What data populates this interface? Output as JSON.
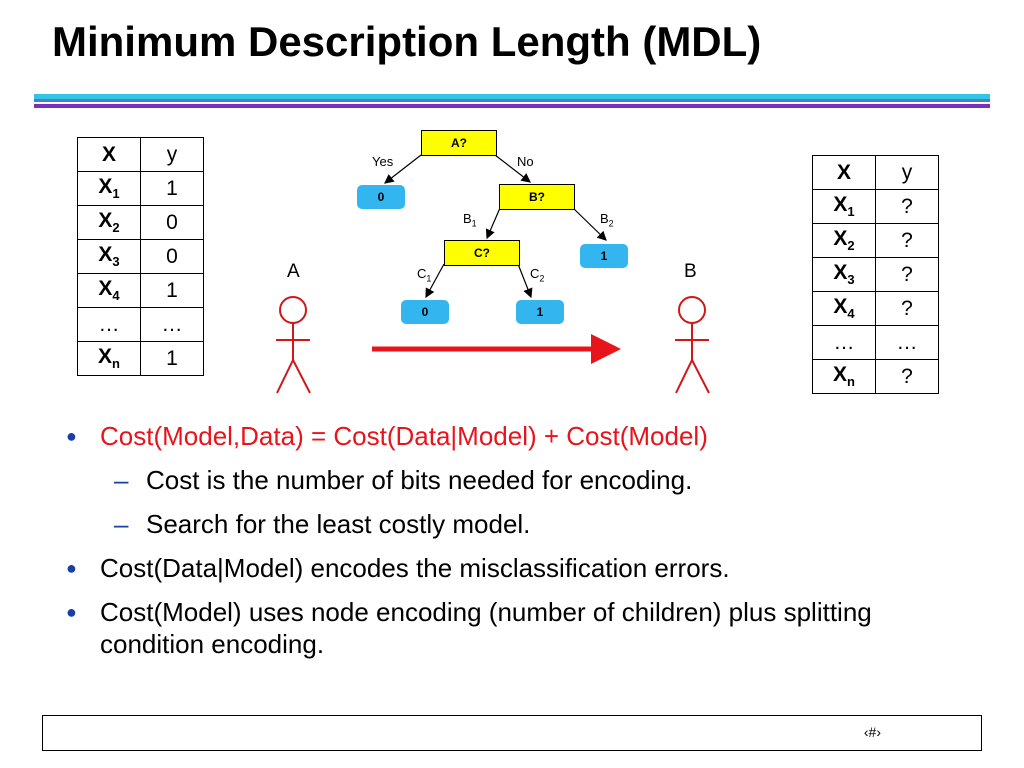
{
  "slide": {
    "title": "Minimum Description Length (MDL)",
    "page_number": "‹#›"
  },
  "colors": {
    "rule_blue": "#33c4e6",
    "rule_purple": "#7b2fbe",
    "node_yellow": "#ffff00",
    "leaf_blue": "#33b5ef",
    "arrow_red": "#e8141c",
    "bullet_red": "#e8141c"
  },
  "left_table": {
    "header": {
      "x": "X",
      "y": "y"
    },
    "rows": [
      {
        "x": "X",
        "sub": "1",
        "y": "1"
      },
      {
        "x": "X",
        "sub": "2",
        "y": "0"
      },
      {
        "x": "X",
        "sub": "3",
        "y": "0"
      },
      {
        "x": "X",
        "sub": "4",
        "y": "1"
      },
      {
        "x": "…",
        "sub": "",
        "y": "…"
      },
      {
        "x": "X",
        "sub": "n",
        "y": "1"
      }
    ]
  },
  "right_table": {
    "header": {
      "x": "X",
      "y": "y"
    },
    "rows": [
      {
        "x": "X",
        "sub": "1",
        "y": "?"
      },
      {
        "x": "X",
        "sub": "2",
        "y": "?"
      },
      {
        "x": "X",
        "sub": "3",
        "y": "?"
      },
      {
        "x": "X",
        "sub": "4",
        "y": "?"
      },
      {
        "x": "…",
        "sub": "",
        "y": "…"
      },
      {
        "x": "X",
        "sub": "n",
        "y": "?"
      }
    ]
  },
  "tree": {
    "node_a": "A?",
    "node_b": "B?",
    "node_c": "C?",
    "leaf_a_yes": "0",
    "leaf_b2": "1",
    "leaf_c1": "0",
    "leaf_c2": "1",
    "label_yes": "Yes",
    "label_no": "No",
    "label_b1": "B",
    "label_b1_sub": "1",
    "label_b2": "B",
    "label_b2_sub": "2",
    "label_c1": "C",
    "label_c1_sub": "1",
    "label_c2": "C",
    "label_c2_sub": "2"
  },
  "people": {
    "sender": "A",
    "receiver": "B"
  },
  "bullets": [
    {
      "text": "Cost(Model,Data) = Cost(Data|Model) + Cost(Model)",
      "subs": [
        "Cost is the number of bits needed for encoding.",
        "Search for the least costly model."
      ]
    },
    {
      "text": "Cost(Data|Model) encodes the misclassification errors."
    },
    {
      "text": "Cost(Model) uses node encoding (number of children) plus splitting condition encoding."
    }
  ],
  "symbols": {
    "bullet": "●",
    "dash": "–"
  }
}
